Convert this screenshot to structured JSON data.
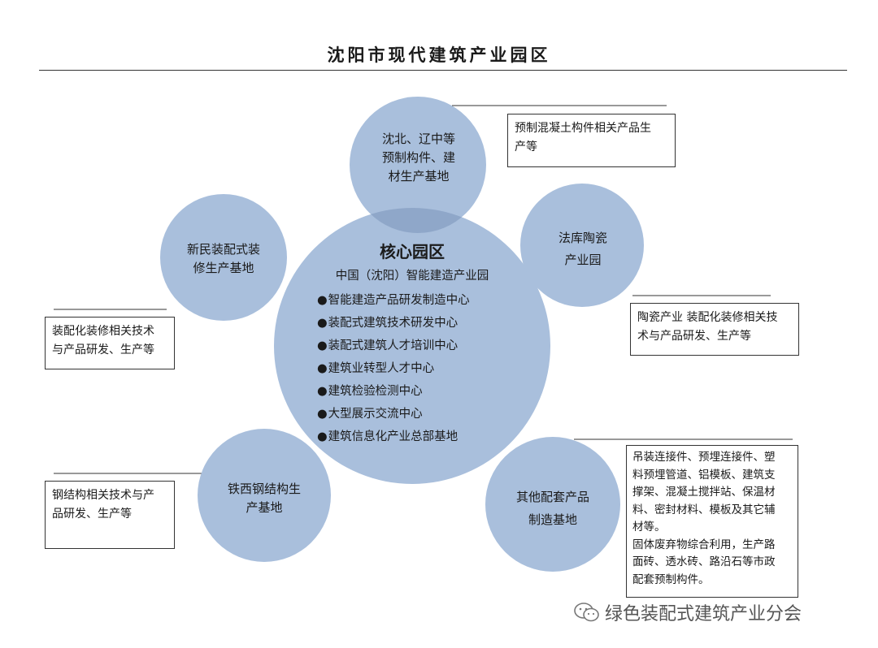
{
  "title": "沈阳市现代建筑产业园区",
  "core": {
    "title": "核心园区",
    "subtitle": "中国（沈阳）智能建造产业园",
    "items": [
      "智能建造产品研发制造中心",
      "装配式建筑技术研发中心",
      "装配式建筑人才培训中心",
      "建筑业转型人才中心",
      "建筑检验检测中心",
      "大型展示交流中心",
      "建筑信息化产业总部基地"
    ]
  },
  "nodes": {
    "top": {
      "lines": [
        "沈北、辽中等",
        "预制构件、建",
        "材生产基地"
      ],
      "desc": [
        "预制混凝土构件相关产品生",
        "产等"
      ]
    },
    "right_upper": {
      "lines": [
        "法库陶瓷",
        "产业园"
      ],
      "desc": [
        "陶瓷产业 装配化装修相关技",
        "术与产品研发、生产等"
      ]
    },
    "left_upper": {
      "lines": [
        "新民装配式装",
        "修生产基地"
      ],
      "desc": [
        "装配化装修相关技术",
        "与产品研发、生产等"
      ]
    },
    "left_lower": {
      "lines": [
        "铁西钢结构生",
        "产基地"
      ],
      "desc": [
        "钢结构相关技术与产",
        "品研发、生产等"
      ]
    },
    "right_lower": {
      "lines": [
        "其他配套产品",
        "制造基地"
      ],
      "desc": [
        "吊装连接件、预埋连接件、塑",
        "料预埋管道、铝模板、建筑支",
        "撑架、混凝土搅拌站、保温材",
        "料、密封材料、模板及其它辅",
        "材等。",
        "固体废弃物综合利用，生产路",
        "面砖、透水砖、路沿石等市政",
        "配套预制构件。"
      ]
    }
  },
  "watermark": "绿色装配式建筑产业分会",
  "colors": {
    "circle_fill": "#a9bfdc",
    "overlap_fill": "#8fa7c9",
    "line": "#333333"
  }
}
